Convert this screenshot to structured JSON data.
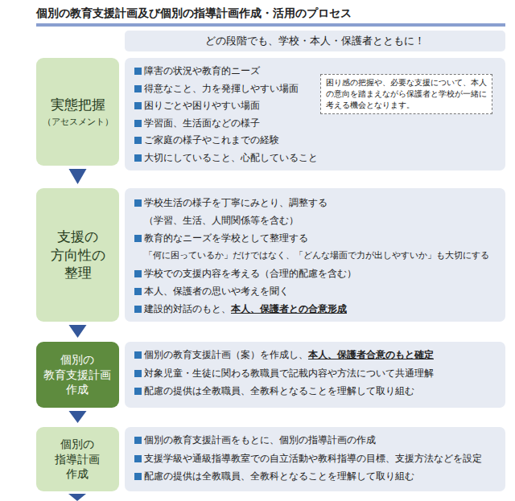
{
  "diagram": {
    "title": "個別の教育支援計画及び個別の指導計画作成・活用のプロセス",
    "nodes": [
      {
        "text": [
          "どの段階でも、学校・本人・保護者とともに！"
        ]
      },
      {
        "text": [
          "実態把握",
          "（アセスメント）"
        ]
      },
      {
        "text": [
          "障害の状況や教育的ニーズ",
          "得意なこと、力を発揮しやすい場面",
          "困りごとや困りやすい場面",
          "学習面、生活面などの様子",
          "ご家庭の様子やこれまでの経験",
          "大切にしていること、心配していること"
        ]
      },
      {
        "text": [
          "困り感の把握や、必要な支援について、本人の意向を踏まえながら保護者と学校が一緒に考える機会となります。"
        ],
        "in": 2
      },
      {
        "text": [
          "支援の 方向性の 整理"
        ]
      },
      {
        "text": [
          "学校生活の様子を丁寧にみとり、調整する",
          "（学習、生活、人間関係等を含む）",
          "教育的なニーズを学校として整理する",
          "「何に困っているか」だけではなく、「どんな場面で力が出しやすいか」も大切にする",
          "学校での支援内容を考える（合理的配慮を含む）",
          "本人、保護者の思いや考えを聞く",
          "建設的対話のもと、",
          "本人、保護者との合意形成"
        ]
      },
      {
        "text": [
          "個別の 教育支援計画 作成"
        ]
      },
      {
        "text": [
          "個別の教育支援計画（案）を作成し、",
          "本人、保護者合意のもと確定",
          "対象児童・生徒に関わる教職員で記載内容や方法について共通理解",
          "配慮の提供は全教職員、全教科となることを理解して取り組む"
        ]
      },
      {
        "text": [
          "個別の 指導計画 作成"
        ]
      },
      {
        "text": [
          "個別の教育支援計画をもとに、個別の指導計画の作成",
          "支援学級や通級指導教室での自立活動や教科指導の目標、支援方法などを設定",
          "配慮の提供は全教職員、全教科となることを理解して取り組む"
        ]
      }
    ],
    "edges": [
      {
        "from": 1,
        "to": 4,
        "arrow": "to"
      },
      {
        "from": 4,
        "to": 6,
        "arrow": "to"
      },
      {
        "from": 6,
        "to": 8,
        "arrow": "to"
      }
    ]
  }
}
